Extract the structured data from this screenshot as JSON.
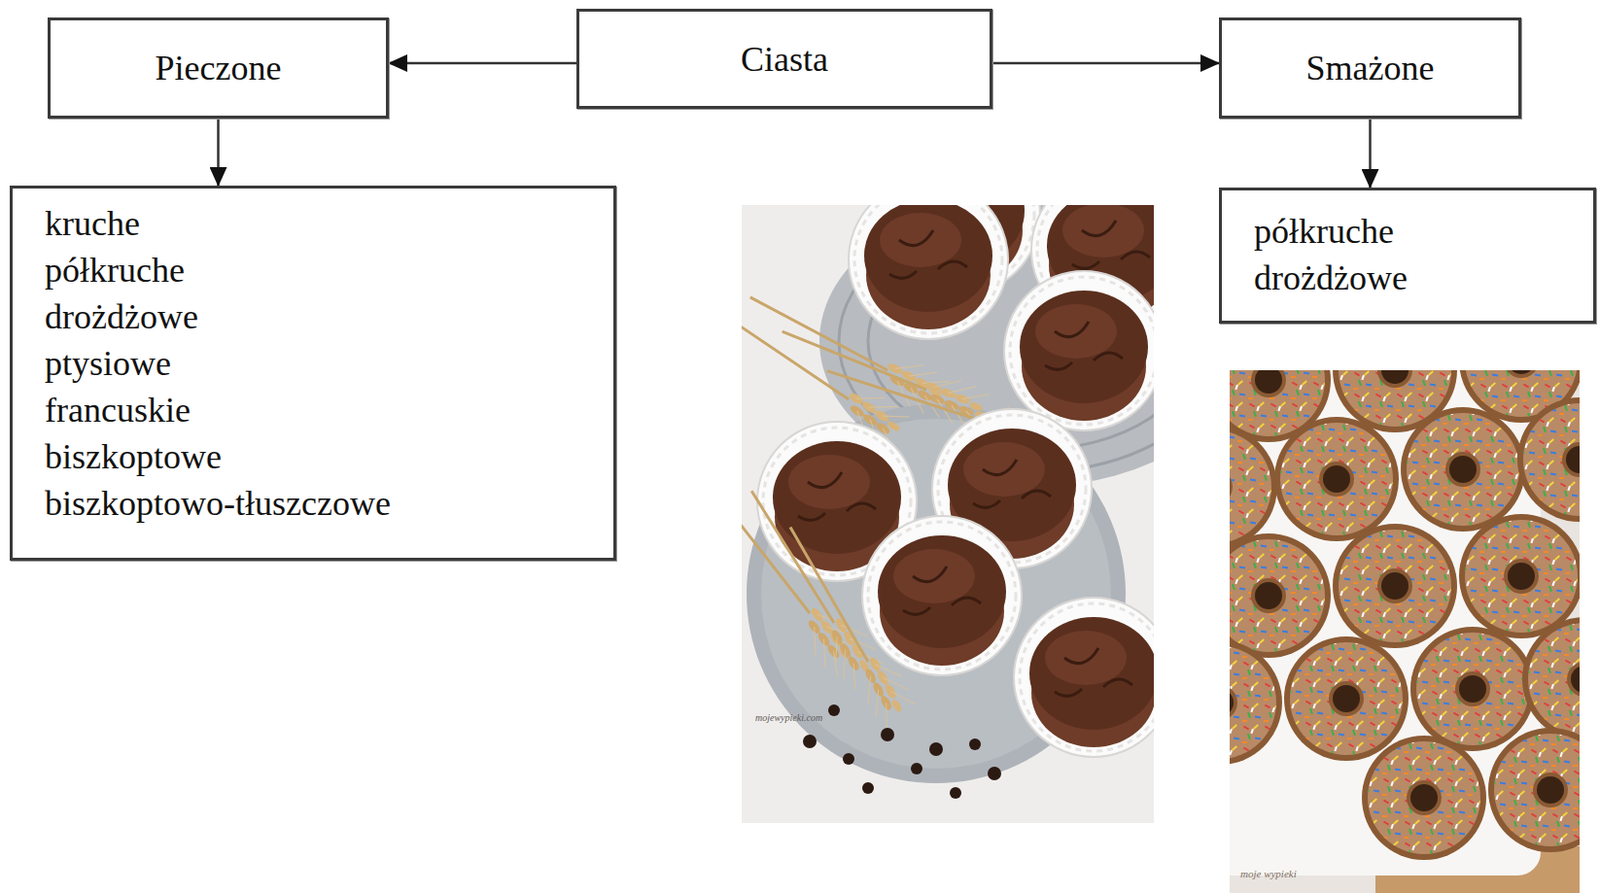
{
  "diagram": {
    "nodes": [
      {
        "text": [
          "Pieczone"
        ]
      },
      {
        "text": [
          "Ciasta"
        ]
      },
      {
        "text": [
          "Smażone"
        ]
      },
      {
        "text": [
          "kruche",
          "półkruche",
          "drożdżowe",
          "ptysiowe",
          "francuskie",
          "biszkoptowe",
          "biszkoptowo-tłuszczowe"
        ]
      },
      {
        "text": [
          "półkruche",
          "drożdżowe"
        ]
      }
    ],
    "edges": [
      {
        "from": 1,
        "to": 0,
        "arrow": "to"
      },
      {
        "from": 1,
        "to": 2,
        "arrow": "to"
      },
      {
        "from": 0,
        "to": 3,
        "arrow": "to"
      },
      {
        "from": 2,
        "to": 4,
        "arrow": "to"
      }
    ],
    "labels": [
      "mojewypieki.com",
      "moje wypieki"
    ]
  }
}
